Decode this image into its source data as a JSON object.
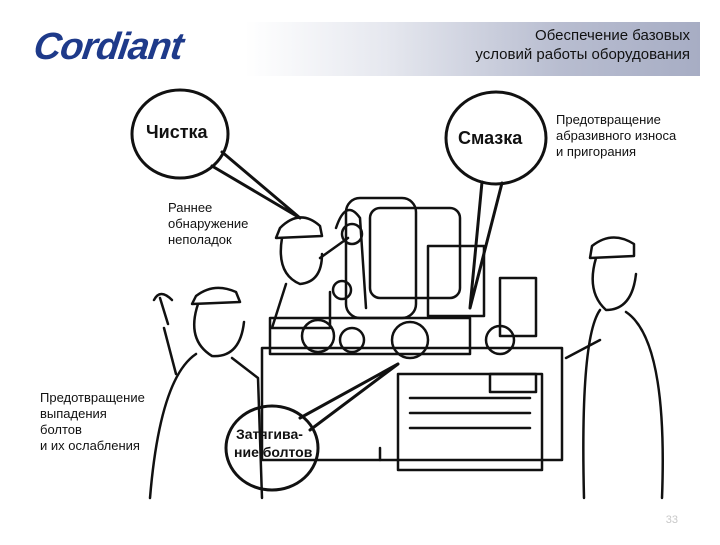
{
  "header": {
    "logo": "Cordiant",
    "title_line1": "Обеспечение базовых",
    "title_line2": "условий работы оборудования"
  },
  "bubbles": {
    "cleaning": "Чистка",
    "lubrication": "Смазка",
    "tightening_1": "Затягива-",
    "tightening_2": "ние болтов"
  },
  "labels": {
    "early_1": "Раннее",
    "early_2": "обнаружение",
    "early_3": "неполадок",
    "abrasion_1": "Предотвращение",
    "abrasion_2": "абразивного износа",
    "abrasion_3": "и пригорания",
    "bolts_1": "Предотвращение",
    "bolts_2": "выпадения",
    "bolts_3": "болтов",
    "bolts_4": "и их ослабления"
  },
  "page_number": "33"
}
